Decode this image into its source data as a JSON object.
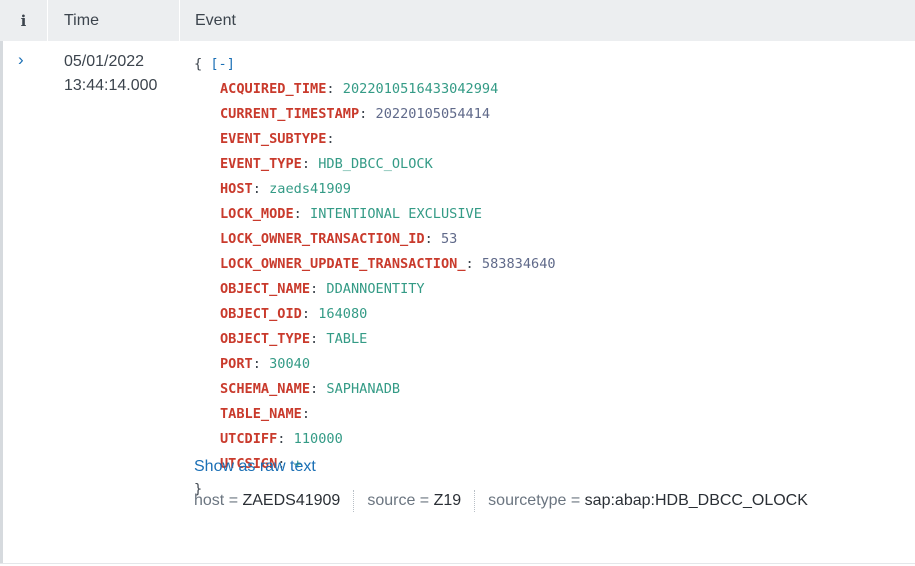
{
  "header": {
    "info_label": "i",
    "time_label": "Time",
    "event_label": "Event"
  },
  "row": {
    "expand_icon": "chevron-right-icon",
    "date": "05/01/2022",
    "time": "13:44:14.000",
    "open_brace": "{",
    "collapse_toggle": "[-]",
    "close_brace": "}",
    "fields": [
      {
        "key": "ACQUIRED_TIME",
        "value": "2022010516433042994",
        "kind": "str"
      },
      {
        "key": "CURRENT_TIMESTAMP",
        "value": "20220105054414",
        "kind": "num"
      },
      {
        "key": "EVENT_SUBTYPE",
        "value": "",
        "kind": "str"
      },
      {
        "key": "EVENT_TYPE",
        "value": "HDB_DBCC_OLOCK",
        "kind": "str"
      },
      {
        "key": "HOST",
        "value": "zaeds41909",
        "kind": "str"
      },
      {
        "key": "LOCK_MODE",
        "value": "INTENTIONAL EXCLUSIVE",
        "kind": "str"
      },
      {
        "key": "LOCK_OWNER_TRANSACTION_ID",
        "value": "53",
        "kind": "num"
      },
      {
        "key": "LOCK_OWNER_UPDATE_TRANSACTION_",
        "value": "583834640",
        "kind": "num"
      },
      {
        "key": "OBJECT_NAME",
        "value": "DDANNOENTITY",
        "kind": "str"
      },
      {
        "key": "OBJECT_OID",
        "value": "164080",
        "kind": "str"
      },
      {
        "key": "OBJECT_TYPE",
        "value": "TABLE",
        "kind": "str"
      },
      {
        "key": "PORT",
        "value": "30040",
        "kind": "str"
      },
      {
        "key": "SCHEMA_NAME",
        "value": "SAPHANADB",
        "kind": "str"
      },
      {
        "key": "TABLE_NAME",
        "value": "",
        "kind": "str"
      },
      {
        "key": "UTCDIFF",
        "value": "110000",
        "kind": "str"
      },
      {
        "key": "UTCSIGN",
        "value": "+",
        "kind": "str"
      }
    ],
    "raw_text_link": "Show as raw text",
    "meta": [
      {
        "key": "host",
        "value": "ZAEDS41909"
      },
      {
        "key": "source",
        "value": "Z19"
      },
      {
        "key": "sourcetype",
        "value": "sap:abap:HDB_DBCC_OLOCK"
      }
    ]
  },
  "colors": {
    "key": "#c93a2c",
    "string_value": "#349b86",
    "number_value": "#606a8a",
    "link": "#1a6fb5",
    "header_bg": "#eceef0"
  }
}
